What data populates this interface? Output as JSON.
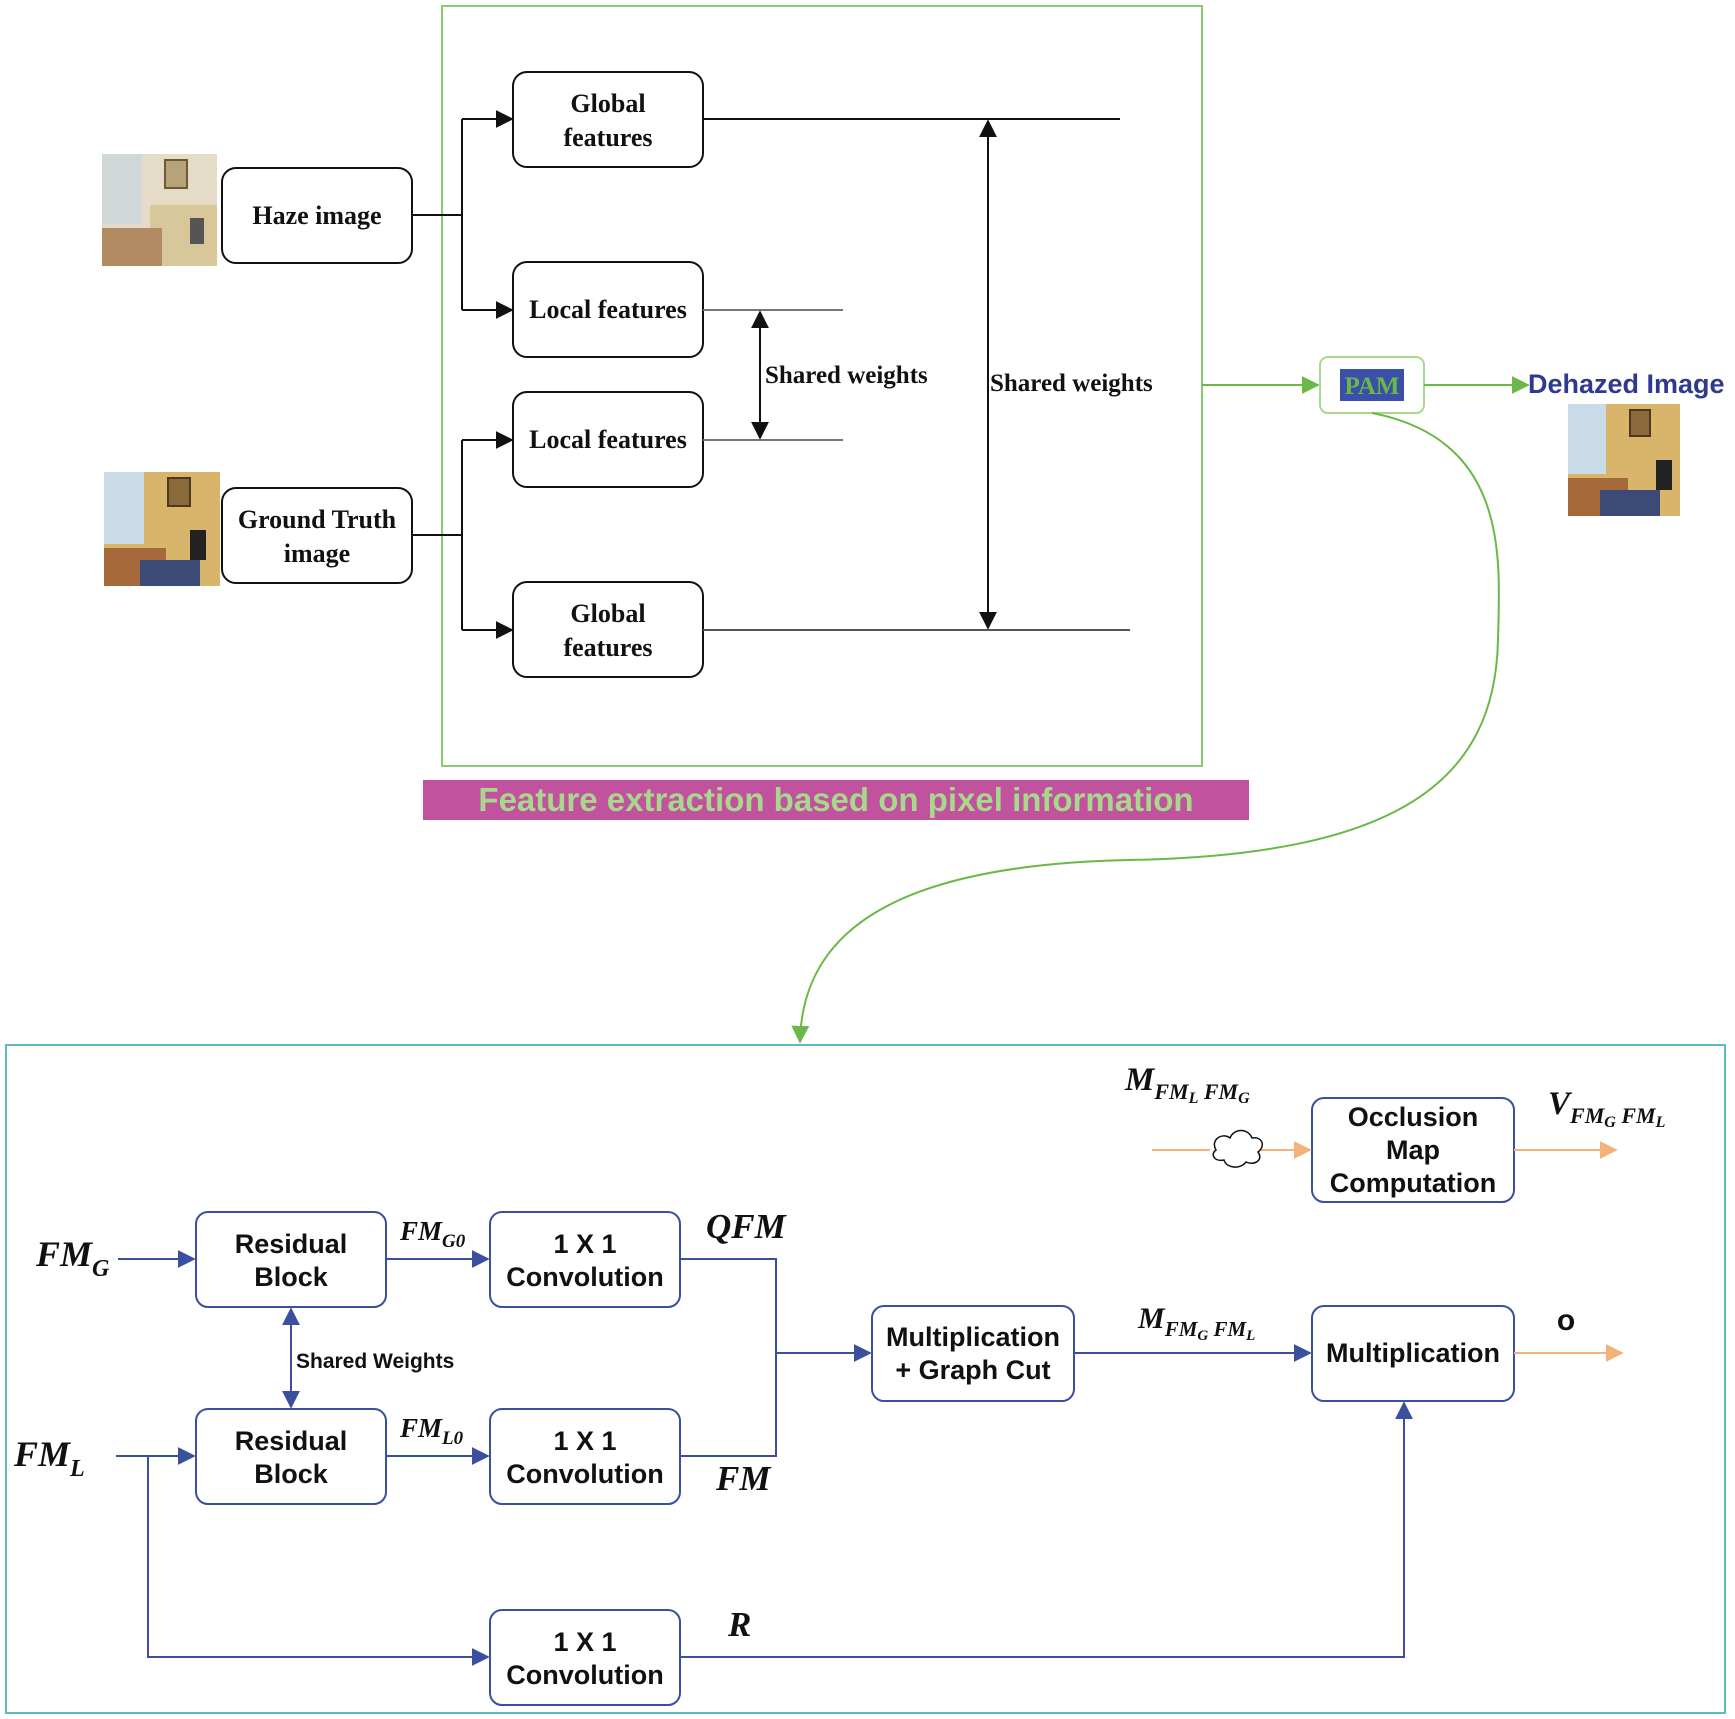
{
  "top": {
    "haze_image_label": "Haze image",
    "ground_truth_label_line1": "Ground Truth",
    "ground_truth_label_line2": "image",
    "global_features_top_line1": "Global",
    "global_features_top_line2": "features",
    "local_features_top": "Local features",
    "local_features_bottom": "Local features",
    "global_features_bottom_line1": "Global",
    "global_features_bottom_line2": "features",
    "shared_weights_inner": "Shared weights",
    "shared_weights_outer": "Shared weights",
    "pam_label": "PAM",
    "dehazed_label": "Dehazed Image",
    "section_caption": "Feature extraction based on pixel information"
  },
  "bottom": {
    "fmg_main": "FM",
    "fmg_sub": "G",
    "fml_main": "FM",
    "fml_sub": "L",
    "residual_top_line1": "Residual",
    "residual_top_line2": "Block",
    "residual_bottom_line1": "Residual",
    "residual_bottom_line2": "Block",
    "fmg0_main": "FM",
    "fmg0_sub": "G0",
    "fml0_main": "FM",
    "fml0_sub": "L0",
    "conv_top_line1": "1 X 1",
    "conv_top_line2": "Convolution",
    "conv_mid_line1": "1 X 1",
    "conv_mid_line2": "Convolution",
    "conv_bottom_line1": "1 X 1",
    "conv_bottom_line2": "Convolution",
    "qfm_label": "QFM",
    "fm_label": "FM",
    "r_label": "R",
    "shared_weights_label": "Shared Weights",
    "mult_graph_line1": "Multiplication",
    "mult_graph_line2": "+ Graph Cut",
    "m_fmg_fml_main": "M",
    "m_fmg_fml_sub": "FM",
    "m_fmg_fml_subsub1": "G",
    "m_fmg_fml_subsub2": "FM",
    "m_fmg_fml_subsub3": "L",
    "multiplication_label": "Multiplication",
    "circle_op": "o",
    "occlusion_line1": "Occlusion",
    "occlusion_line2": "Map",
    "occlusion_line3": "Computation",
    "m_fml_fmg_main": "M",
    "m_fml_fmg_sub1": "FM",
    "m_fml_fmg_subsub1": "L",
    "m_fml_fmg_sub2": "FM",
    "m_fml_fmg_subsub2": "G",
    "v_main": "V",
    "v_sub1": "FM",
    "v_subsub1": "G",
    "v_sub2": "FM",
    "v_subsub2": "L"
  },
  "colors": {
    "green_border": "#8cc870",
    "green_arrow": "#6ab847",
    "teal_border": "#5bbcc0",
    "blue_line": "#3a4f9e",
    "orange_arrow": "#f2b27a",
    "caption_bg": "#c0529e",
    "caption_text": "#a8d88c",
    "pam_bg": "#3a4fa8",
    "pam_text": "#6ab847",
    "dehazed_text": "#2e3a8f"
  }
}
